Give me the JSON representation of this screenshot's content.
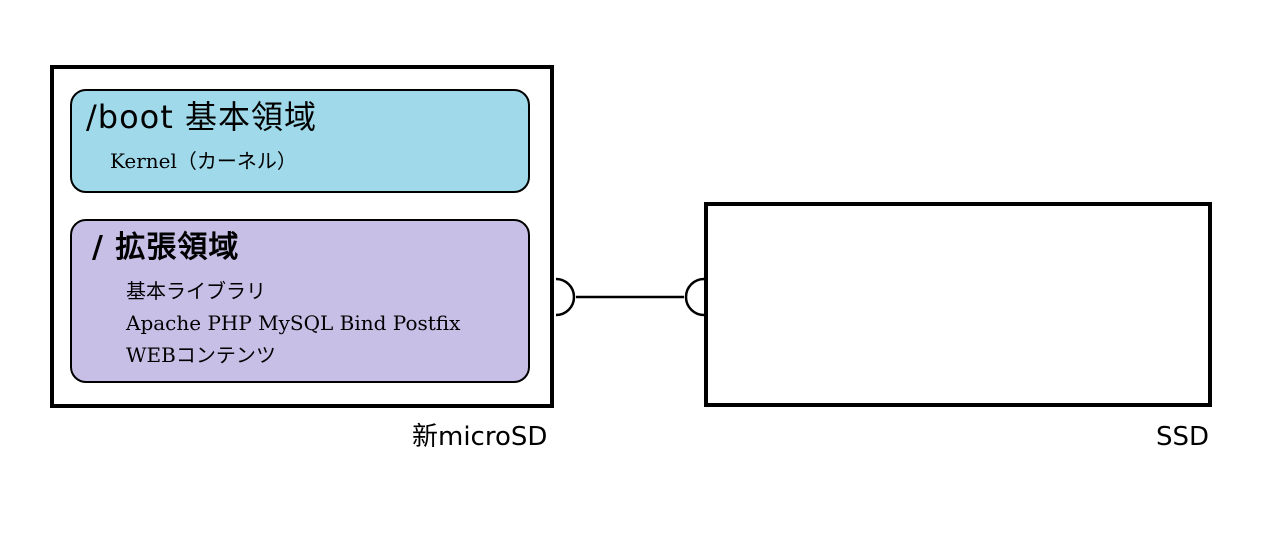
{
  "microsd": {
    "caption": "新microSD",
    "boot": {
      "title": "/boot 基本領域",
      "lines": [
        "Kernel（カーネル）"
      ]
    },
    "root": {
      "title": "/ 拡張領域",
      "lines": [
        "基本ライブラリ",
        "Apache PHP MySQL Bind Postfix",
        "WEBコンテンツ"
      ]
    }
  },
  "ssd": {
    "caption": "SSD"
  },
  "colors": {
    "boot_fill": "#9fd9ea",
    "root_fill": "#c7bfe6",
    "outline": "#000000"
  }
}
